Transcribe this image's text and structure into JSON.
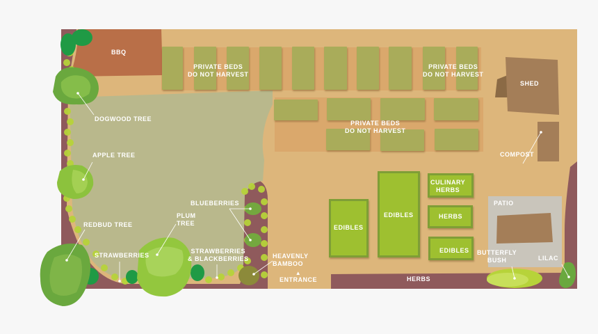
{
  "colors": {
    "background": "#f7f7f7",
    "ground": "#ddb67b",
    "path": "#d9a266",
    "lawn": "#b9b88c",
    "bbq": "#b96f48",
    "border_soil": "#8f5a5c",
    "private_bed": "#a9ac5a",
    "edible_bed": "#9ec030",
    "shed": "#a47e58",
    "patio": "#c9c5bb"
  },
  "areas": {
    "bbq": "BBQ",
    "shed": "SHED",
    "compost": "COMPOST",
    "patio": "PATIO",
    "entrance": "ENTRANCE",
    "herbs_border": "HERBS"
  },
  "private_beds": [
    {
      "label_line1": "PRIVATE BEDS",
      "label_line2": "DO NOT HARVEST"
    },
    {
      "label_line1": "PRIVATE BEDS",
      "label_line2": "DO NOT HARVEST"
    },
    {
      "label_line1": "PRIVATE BEDS",
      "label_line2": "DO NOT HARVEST"
    }
  ],
  "garden_beds": [
    {
      "label": "EDIBLES"
    },
    {
      "label": "EDIBLES"
    },
    {
      "label_line1": "CULINARY",
      "label_line2": "HERBS"
    },
    {
      "label": "HERBS"
    },
    {
      "label": "EDIBLES"
    }
  ],
  "plants": {
    "dogwood": "DOGWOOD TREE",
    "apple": "APPLE TREE",
    "redbud": "REDBUD TREE",
    "strawberries": "STRAWBERRIES",
    "plum_line1": "PLUM",
    "plum_line2": "TREE",
    "blueberries": "BLUEBERRIES",
    "strawblack_line1": "STRAWBERRIES",
    "strawblack_line2": "& BLACKBERRIES",
    "bamboo_line1": "HEAVENLY",
    "bamboo_line2": "BAMBOO",
    "butterfly_line1": "BUTTERFLY",
    "butterfly_line2": "BUSH",
    "lilac": "LILAC"
  },
  "icons": {
    "entrance_arrow": "▲"
  }
}
